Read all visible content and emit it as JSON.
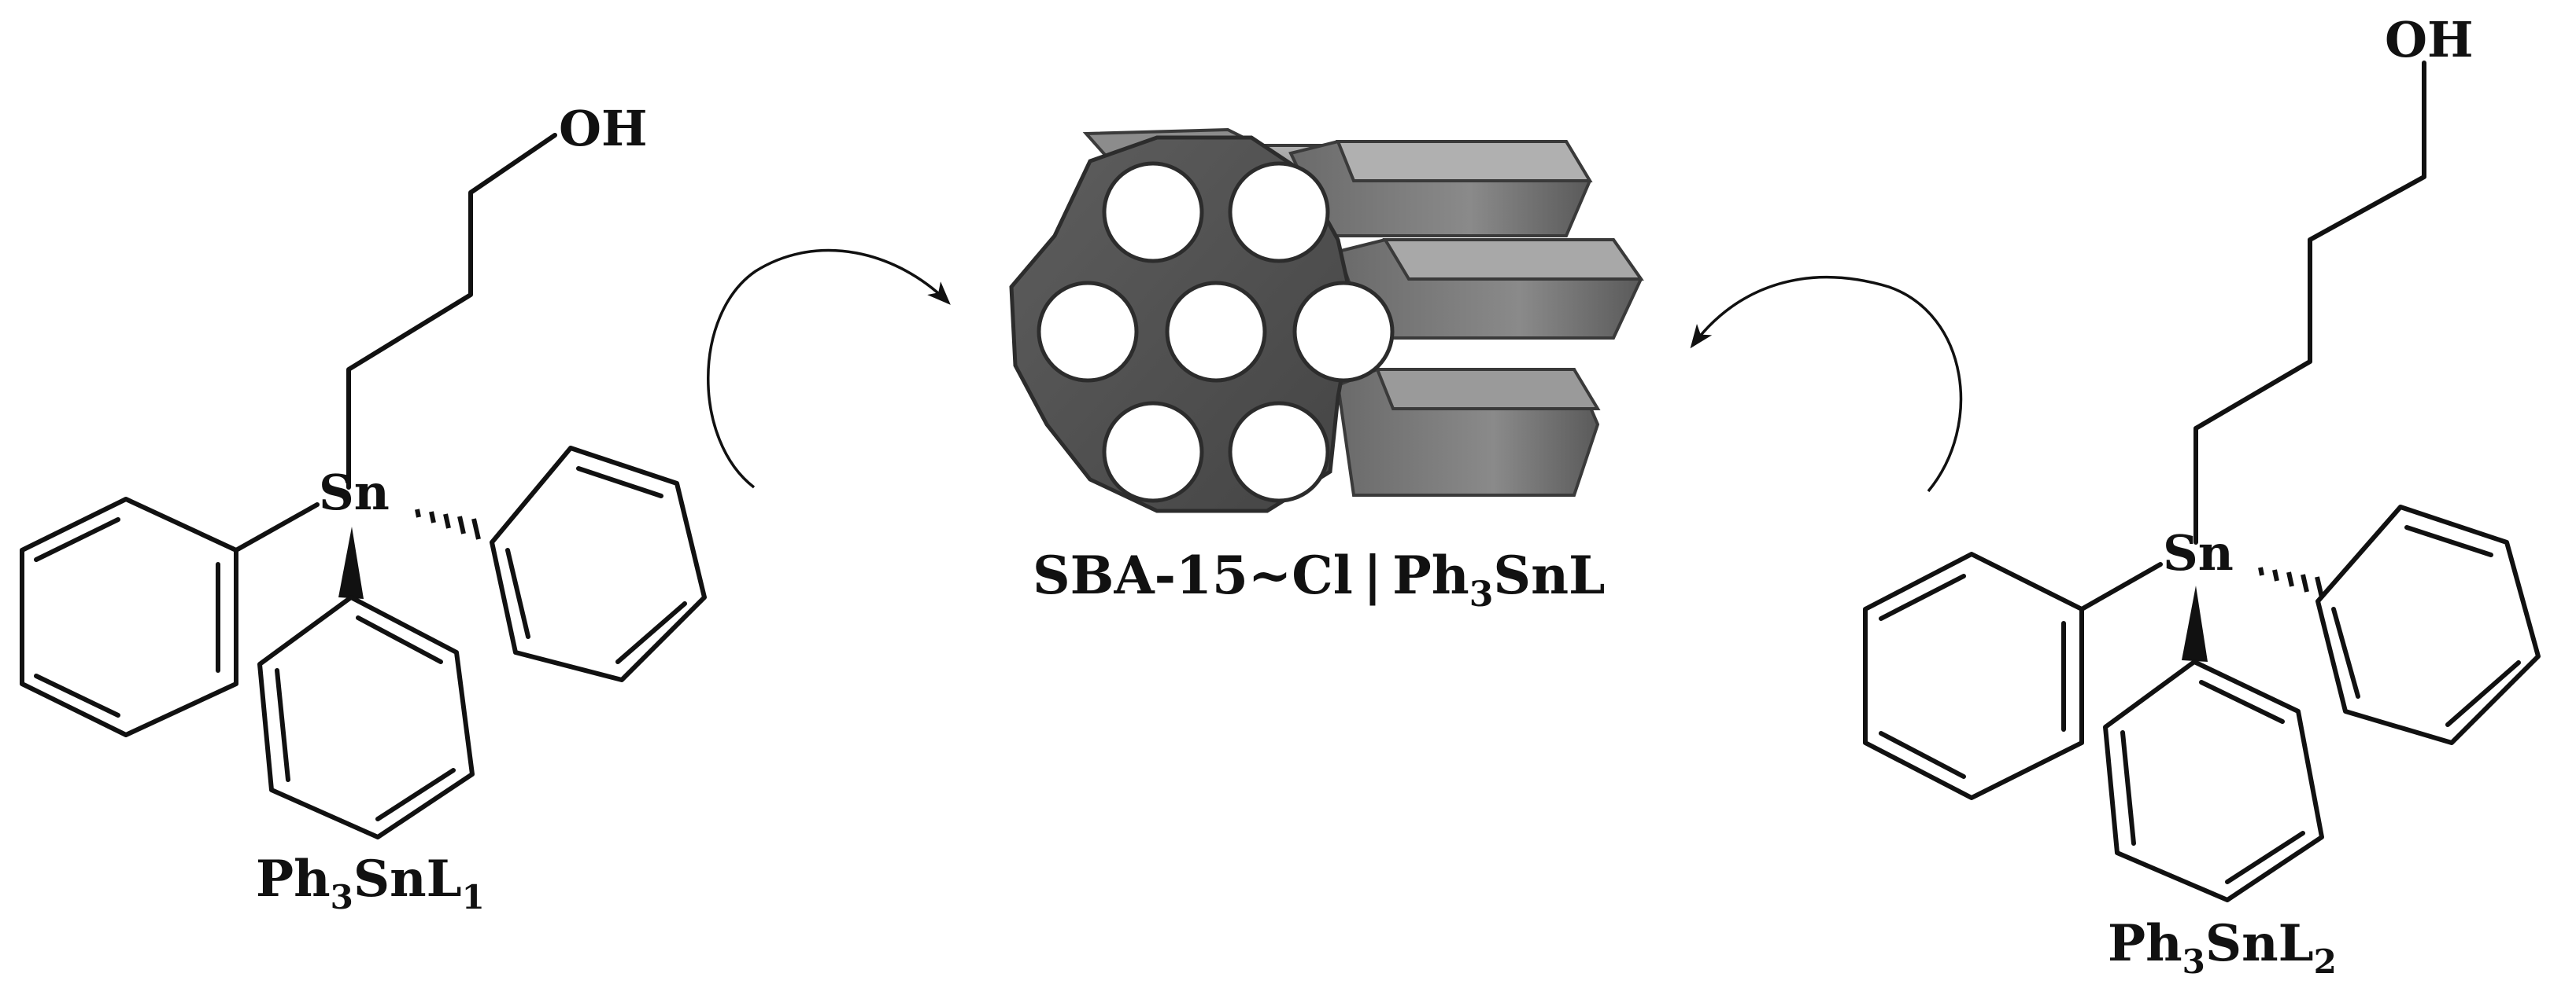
{
  "molecule_left": {
    "hydroxyl": "OH",
    "metal": "Sn",
    "name": {
      "base": "Ph",
      "sub1": "3",
      "mid": "SnL",
      "sub2": "1"
    }
  },
  "molecule_right": {
    "hydroxyl": "OH",
    "metal": "Sn",
    "name": {
      "base": "Ph",
      "sub1": "3",
      "mid": "SnL",
      "sub2": "2"
    }
  },
  "material": {
    "name": {
      "part1": "SBA-15~Cl | Ph",
      "sub": "3",
      "part2": "SnL"
    },
    "colors": {
      "body": "#5b5b5b",
      "edge": "#2c2c2c",
      "top": "#9c9c9c",
      "pore": "#ffffff"
    }
  }
}
